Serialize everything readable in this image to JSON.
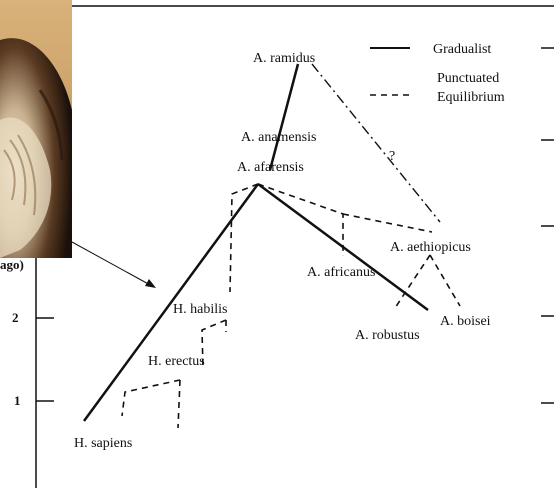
{
  "axis": {
    "partial_label": "ago)",
    "ticks": [
      "2",
      "1"
    ]
  },
  "legend": {
    "gradualist": "Gradualist",
    "punctuated_line1": "Punctuated",
    "punctuated_line2": "Equilibrium"
  },
  "species": {
    "ramidus": "A. ramidus",
    "anamensis": "A. anamensis",
    "afarensis": "A. afarensis",
    "aethiopicus": "A. aethiopicus",
    "africanus": "A. africanus",
    "boisei": "A. boisei",
    "robustus": "A. robustus",
    "habilis": "H. habilis",
    "erectus": "H. erectus",
    "sapiens": "H. sapiens"
  },
  "uncertain_mark": "?",
  "colors": {
    "ink": "#111111",
    "photo_bg": "#c9a470",
    "fur_dark": "#2a1a10",
    "fur_light": "#e8dcc4"
  }
}
